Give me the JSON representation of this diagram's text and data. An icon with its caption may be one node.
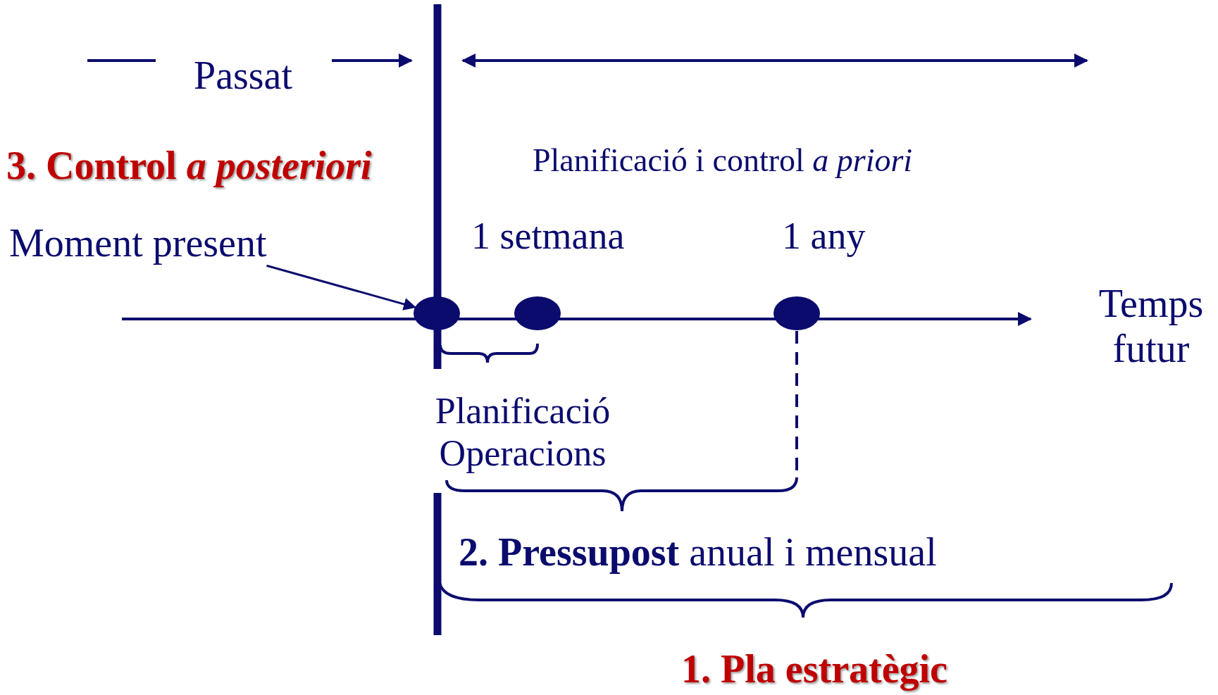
{
  "diagram": {
    "nodes": [
      {
        "text": [
          "Moment present"
        ]
      },
      {
        "text": [],
        "shape": "circle"
      },
      {
        "text": [],
        "shape": "circle",
        "beside": [
          "1 setmana"
        ]
      },
      {
        "text": [],
        "shape": "circle",
        "beside": [
          "1 any"
        ]
      }
    ],
    "edges": [
      {
        "from": 0,
        "to": 1,
        "arrow": "to"
      }
    ],
    "labels": [
      "Passat",
      "3. Control *a posteriori*",
      "Planificació i control *a priori*",
      "Temps futur",
      "Planificació Operacions",
      "**2. Pressupost** anual i mensual",
      "1. Pla estratègic"
    ]
  }
}
